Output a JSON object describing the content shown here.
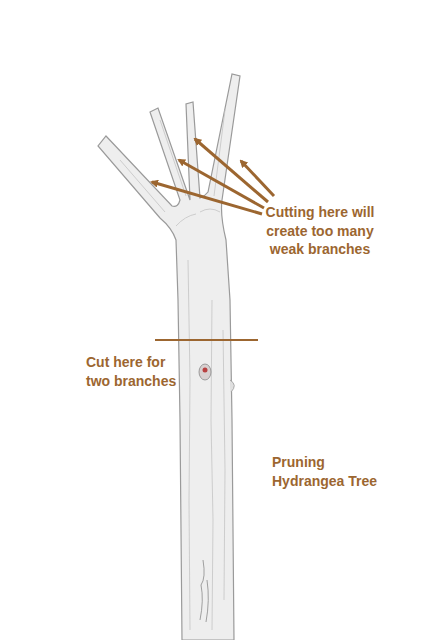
{
  "diagram": {
    "labels": [
      "Cutting here will create too many weak branches",
      "Cut here for two branches",
      "Pruning Hydrangea Tree"
    ]
  }
}
